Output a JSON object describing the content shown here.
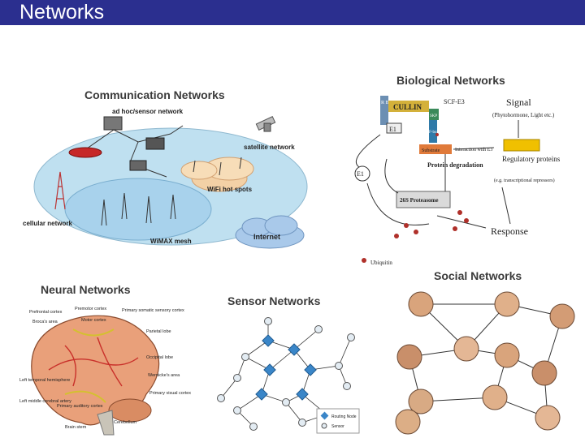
{
  "slide": {
    "title": "Networks"
  },
  "comm": {
    "title": "Communication Networks",
    "labels": {
      "adhoc": "ad hoc/sensor network",
      "satellite": "satellite network",
      "wifi": "WiFi hot spots",
      "cellular": "cellular network",
      "wimax": "WiMAX mesh",
      "internet": "Internet"
    }
  },
  "bio": {
    "title": "Biological Networks",
    "labels": {
      "scf": "SCF-E3",
      "cullin": "CULLIN",
      "rbx": "R B X 1",
      "skp": "SKP 1",
      "fbox": "F-box",
      "e1top": "E1",
      "e1mid": "E1",
      "substrate": "Substrate",
      "signal": "Signal",
      "signal_sub": "(Phytohormone, Light etc.)",
      "interaction": "Interaction with E3",
      "protein_deg": "Protein degradation",
      "regulatory": "Regulatory proteins",
      "regulatory_sub": "(e.g. transcriptional repressors)",
      "proteasome": "26S Proteasome",
      "response": "Response",
      "ubiquitin": "Ubiquitin"
    }
  },
  "social": {
    "title": "Social Networks"
  },
  "neural": {
    "title": "Neural Networks",
    "labels": {
      "l1": "Prefrontal cortex",
      "l2": "Broca's area",
      "l3": "Left temporal hemisphere",
      "l4": "Left middle cerebral artery",
      "l5": "Premotor cortex",
      "l6": "Motor cortex",
      "l7": "Primary auditory cortex",
      "l8": "Brain stem",
      "l9": "Primary somatic sensory cortex",
      "l10": "Parietal lobe",
      "l11": "Occipital lobe",
      "l12": "Wernicke's area",
      "l13": "Primary visual cortex",
      "l14": "Cerebellum"
    }
  },
  "sensor": {
    "title": "Sensor Networks",
    "legend": {
      "routing": "Routing Node",
      "sensor": "Sensor"
    }
  },
  "colors": {
    "titlebar": "#2b2f8f",
    "cloud": "#bfe0f0",
    "wifi": "#f3d1a6",
    "sensor_routing": "#3a86c8",
    "brain": "#e9a07a"
  }
}
